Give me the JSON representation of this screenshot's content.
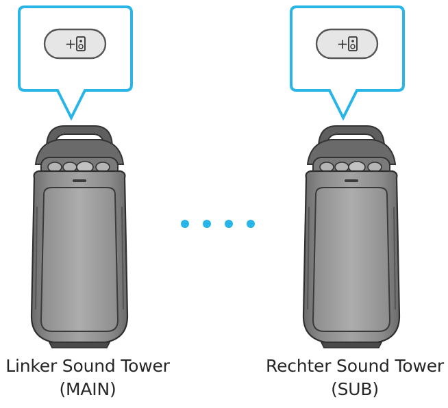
{
  "colors": {
    "accent": "#29b6e6",
    "speaker_body": "#7a7a7a",
    "speaker_grille": "#9a9a9a",
    "speaker_top": "#5f5f5f",
    "button_fill": "#e6e6e6",
    "button_stroke": "#555555"
  },
  "left_tower": {
    "label": "Linker Sound Tower",
    "role": "(MAIN)",
    "button_icon": "add-speaker-icon",
    "button_text": "+"
  },
  "right_tower": {
    "label": "Rechter Sound Tower",
    "role": "(SUB)",
    "button_icon": "add-speaker-icon",
    "button_text": "+"
  },
  "connection": {
    "icon": "connection-dots-icon",
    "dot_count": 4
  }
}
